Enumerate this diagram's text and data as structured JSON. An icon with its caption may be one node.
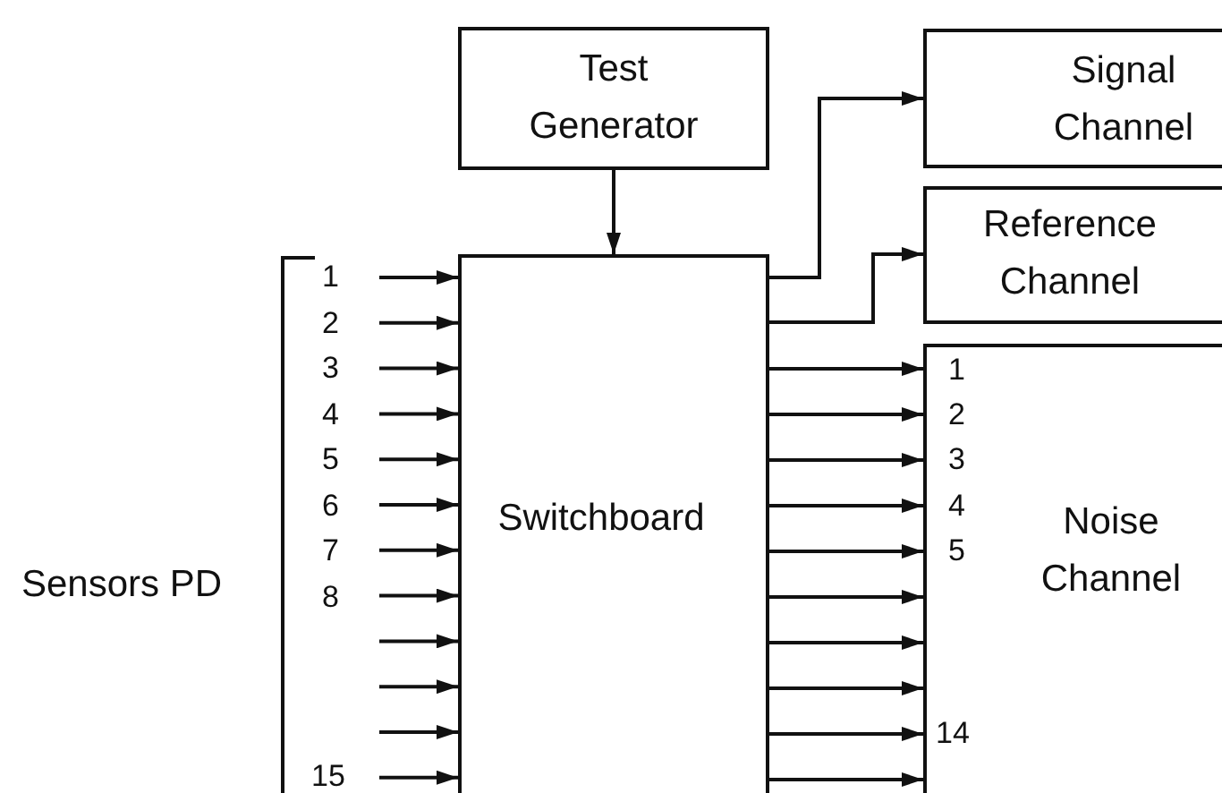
{
  "diagram": {
    "nodes": [
      {
        "text": [
          "Test Generator"
        ]
      },
      {
        "text": [
          "Signal Channel"
        ]
      },
      {
        "text": [
          "Reference Channel"
        ]
      },
      {
        "text": [
          "Switchboard"
        ]
      },
      {
        "text": [
          "Noise Channel"
        ]
      }
    ],
    "edges": [
      {
        "from": 0,
        "to": 3,
        "arrow": "to"
      },
      {
        "from": 3,
        "to": 1,
        "arrow": "to"
      },
      {
        "from": 3,
        "to": 2,
        "arrow": "to"
      },
      {
        "from": null,
        "to": 3,
        "arrow": "to"
      },
      {
        "from": null,
        "to": 3,
        "arrow": "to"
      },
      {
        "from": null,
        "to": 3,
        "arrow": "to"
      },
      {
        "from": null,
        "to": 3,
        "arrow": "to"
      },
      {
        "from": null,
        "to": 3,
        "arrow": "to"
      },
      {
        "from": null,
        "to": 3,
        "arrow": "to"
      },
      {
        "from": null,
        "to": 3,
        "arrow": "to"
      },
      {
        "from": null,
        "to": 3,
        "arrow": "to"
      },
      {
        "from": null,
        "to": 3,
        "arrow": "to"
      },
      {
        "from": null,
        "to": 3,
        "arrow": "to"
      },
      {
        "from": null,
        "to": 3,
        "arrow": "to"
      },
      {
        "from": null,
        "to": 3,
        "arrow": "to"
      },
      {
        "from": 3,
        "to": 4,
        "arrow": "to"
      },
      {
        "from": 3,
        "to": 4,
        "arrow": "to"
      },
      {
        "from": 3,
        "to": 4,
        "arrow": "to"
      },
      {
        "from": 3,
        "to": 4,
        "arrow": "to"
      },
      {
        "from": 3,
        "to": 4,
        "arrow": "to"
      },
      {
        "from": 3,
        "to": 4,
        "arrow": "to"
      },
      {
        "from": 3,
        "to": 4,
        "arrow": "to"
      },
      {
        "from": 3,
        "to": 4,
        "arrow": "to"
      },
      {
        "from": 3,
        "to": 4,
        "arrow": "to"
      },
      {
        "from": 3,
        "to": 4,
        "arrow": "to"
      }
    ],
    "labels": [
      "Sensors PD",
      "1",
      "2",
      "3",
      "4",
      "5",
      "6",
      "7",
      "8",
      "15",
      "1",
      "2",
      "3",
      "4",
      "5",
      "14"
    ]
  }
}
